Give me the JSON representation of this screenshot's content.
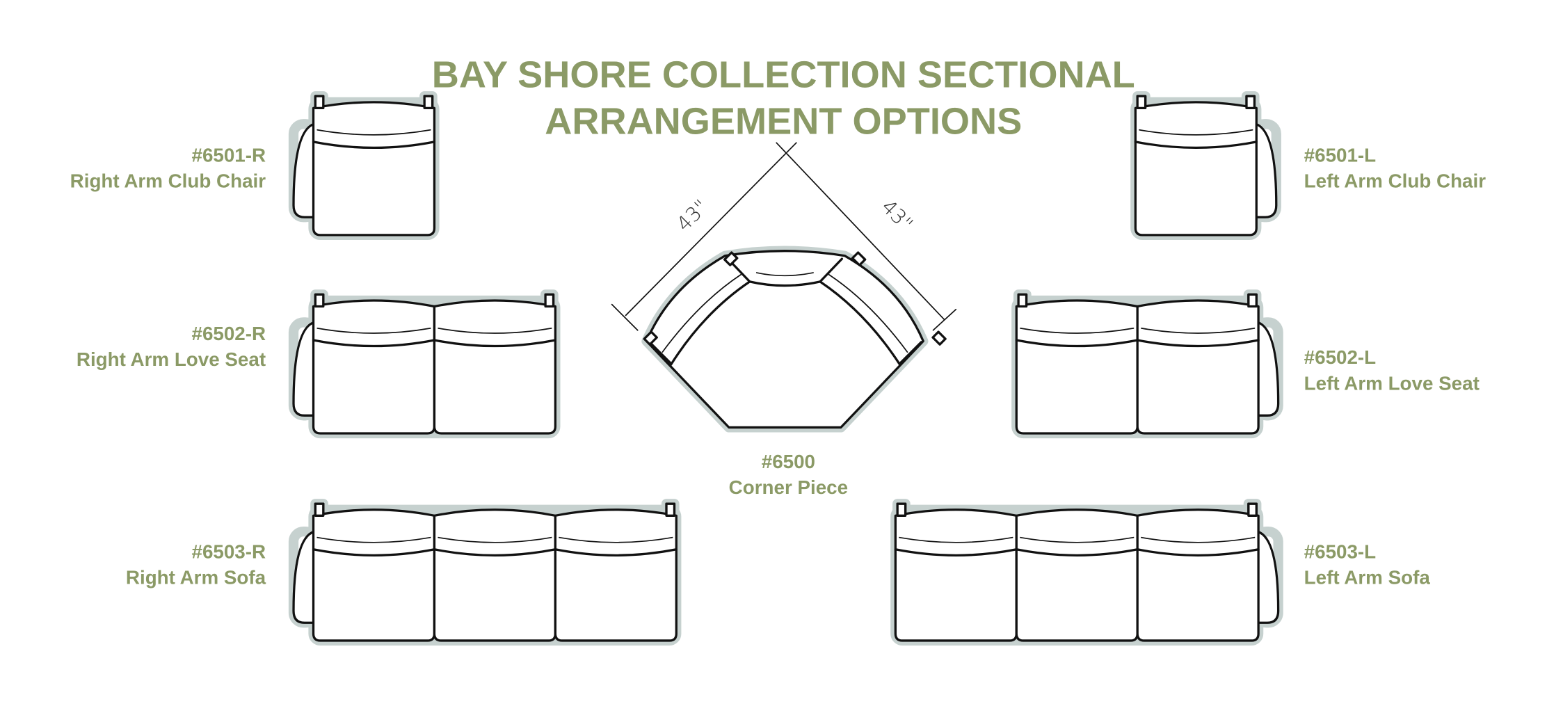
{
  "title": {
    "line1": "BAY SHORE COLLECTION SECTIONAL",
    "line2": "ARRANGEMENT OPTIONS"
  },
  "colors": {
    "label_green": "#8b9a66",
    "outline_halo": "#c6d1cf",
    "ink": "#111111"
  },
  "pieces": [
    {
      "id": "right-club-chair",
      "sku": "#6501-R",
      "name": "Right Arm Club Chair",
      "seats": 1,
      "arm": "left"
    },
    {
      "id": "left-club-chair",
      "sku": "#6501-L",
      "name": "Left Arm Club Chair",
      "seats": 1,
      "arm": "right"
    },
    {
      "id": "right-love-seat",
      "sku": "#6502-R",
      "name": "Right Arm Love Seat",
      "seats": 2,
      "arm": "left"
    },
    {
      "id": "left-love-seat",
      "sku": "#6502-L",
      "name": "Left Arm Love Seat",
      "seats": 2,
      "arm": "right"
    },
    {
      "id": "right-sofa",
      "sku": "#6503-R",
      "name": "Right Arm Sofa",
      "seats": 3,
      "arm": "left"
    },
    {
      "id": "left-sofa",
      "sku": "#6503-L",
      "name": "Left Arm Sofa",
      "seats": 3,
      "arm": "right"
    }
  ],
  "corner": {
    "sku": "#6500",
    "name": "Corner Piece",
    "dimension_left": "43\"",
    "dimension_right": "43\""
  }
}
